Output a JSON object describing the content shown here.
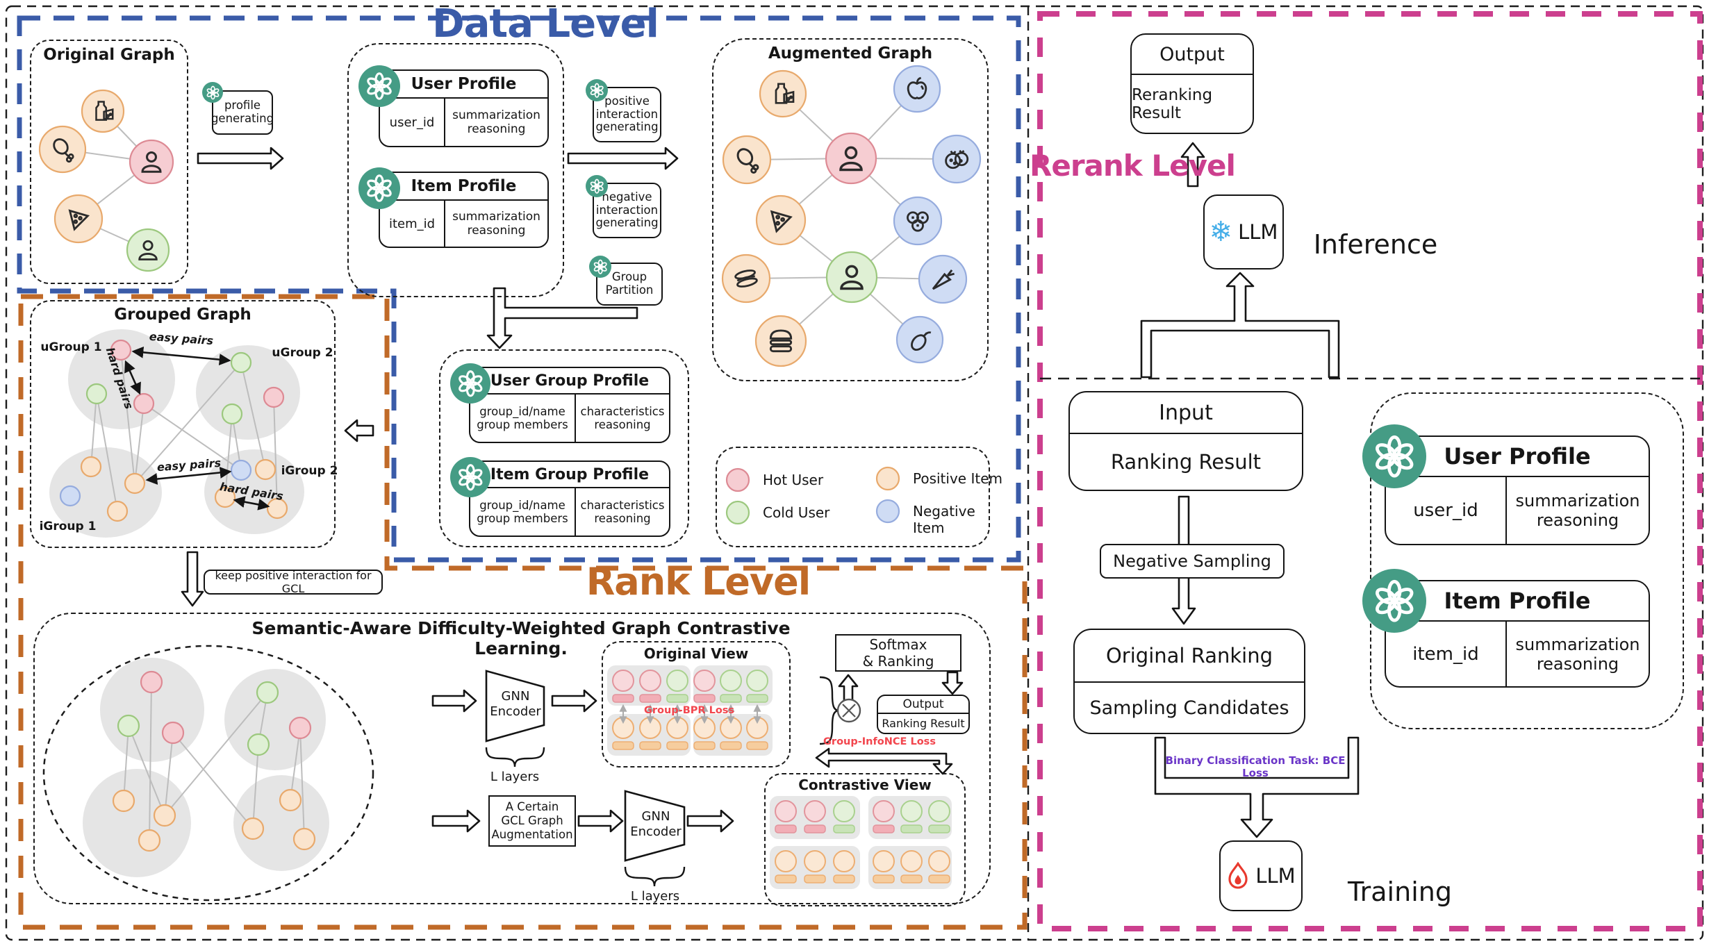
{
  "colors": {
    "data_level_blue": "#3A5BA8",
    "rank_level_orange": "#C06A28",
    "rerank_level_pink": "#CC3F8E",
    "gpt_green": "#459C85",
    "loss_red": "#F2464E",
    "bce_purple": "#6A35C8",
    "snowflake_blue": "#45AEE8",
    "flame_red": "#E8392E"
  },
  "data_level": {
    "title": "Data Level",
    "original_graph_title": "Original Graph",
    "profile_generating": "profile\ngenerating",
    "user_profile": {
      "title": "User Profile",
      "id": "user_id",
      "detail": "summarization\nreasoning"
    },
    "item_profile": {
      "title": "Item Profile",
      "id": "item_id",
      "detail": "summarization\nreasoning"
    },
    "positive_interaction": "positive\ninteraction\ngenerating",
    "negative_interaction": "negative\ninteraction\ngenerating",
    "group_partition": "Group\nPartition",
    "augmented_graph_title": "Augmented Graph",
    "user_group_profile": {
      "title": "User Group Profile",
      "id": "group_id/name\ngroup members",
      "detail": "characteristics\nreasoning"
    },
    "item_group_profile": {
      "title": "Item Group Profile",
      "id": "group_id/name\ngroup members",
      "detail": "characteristics\nreasoning"
    },
    "legend": {
      "items": [
        {
          "label": "Hot User",
          "color": "#F6CDD2",
          "stroke": "#DD8A94"
        },
        {
          "label": "Cold User",
          "color": "#DFF0D4",
          "stroke": "#9CC87E"
        },
        {
          "label": "Positive Item",
          "color": "#FAE4CD",
          "stroke": "#E8A96C"
        },
        {
          "label": "Negative Item",
          "color": "#CFDCF4",
          "stroke": "#96ACDE"
        }
      ]
    }
  },
  "rank_level": {
    "title": "Rank Level",
    "grouped_graph_title": "Grouped Graph",
    "ugroup1": "uGroup 1",
    "ugroup2": "uGroup 2",
    "igroup1": "iGroup 1",
    "igroup2": "iGroup 2",
    "easy_pairs": "easy pairs",
    "hard_pairs": "hard pairs",
    "keep_positive": "keep positive interaction for GCL",
    "gcl_title": "Semantic-Aware Difficulty-Weighted Graph Contrastive Learning.",
    "gnn_encoder": "GNN\nEncoder",
    "l_layers": "L layers",
    "augmentation": "A Certain\nGCL Graph\nAugmentation",
    "original_view_title": "Original View",
    "contrastive_view_title": "Contrastive View",
    "group_bpr_loss": "Group-BPR Loss",
    "group_infonce_loss": "Group-InfoNCE Loss",
    "softmax": "Softmax\n& Ranking",
    "output_box": {
      "title": "Output",
      "value": "Ranking Result"
    }
  },
  "rerank_level": {
    "title": "Rerank Level",
    "inference": "Inference",
    "training": "Training",
    "output_box": {
      "title": "Output",
      "value": "Reranking Result"
    },
    "llm_frozen": "LLM",
    "llm_trained": "LLM",
    "input_box": {
      "title": "Input",
      "value": "Ranking Result"
    },
    "negative_sampling": "Negative Sampling",
    "original_ranking_box": {
      "title": "Original Ranking",
      "value": "Sampling Candidates"
    },
    "user_profile": {
      "title": "User Profile",
      "id": "user_id",
      "detail": "summarization\nreasoning"
    },
    "item_profile": {
      "title": "Item Profile",
      "id": "item_id",
      "detail": "summarization\nreasoning"
    },
    "bce_loss": "Binary Classification Task: BCE Loss"
  }
}
